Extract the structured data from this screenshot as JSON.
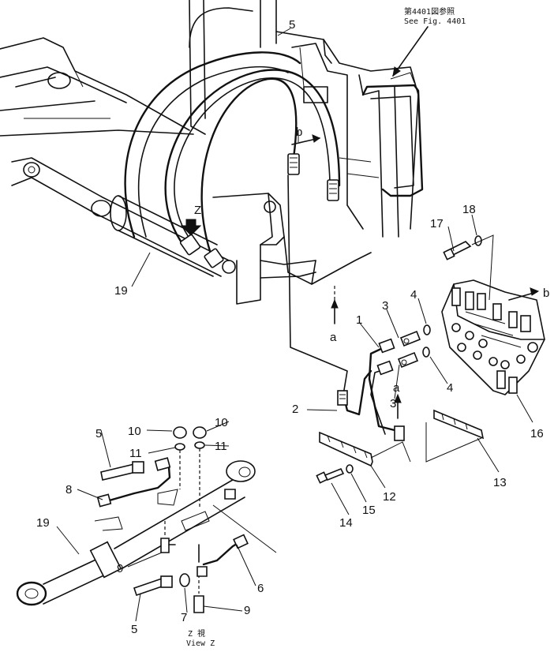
{
  "reference_note": {
    "line1": "第4401図参照",
    "line2": "See Fig. 4401"
  },
  "labels": {
    "1": "1",
    "2": "2",
    "3": "3",
    "4": "4",
    "5": "5",
    "6": "6",
    "7": "7",
    "8": "8",
    "9": "9",
    "10": "10",
    "11": "11",
    "12": "12",
    "13": "13",
    "14": "14",
    "15": "15",
    "16": "16",
    "17": "17",
    "18": "18",
    "19": "19"
  },
  "markers": {
    "a": "a",
    "b": "b",
    "z": "Z"
  },
  "view_caption": {
    "line1": "Z 視",
    "line2": "View Z"
  }
}
